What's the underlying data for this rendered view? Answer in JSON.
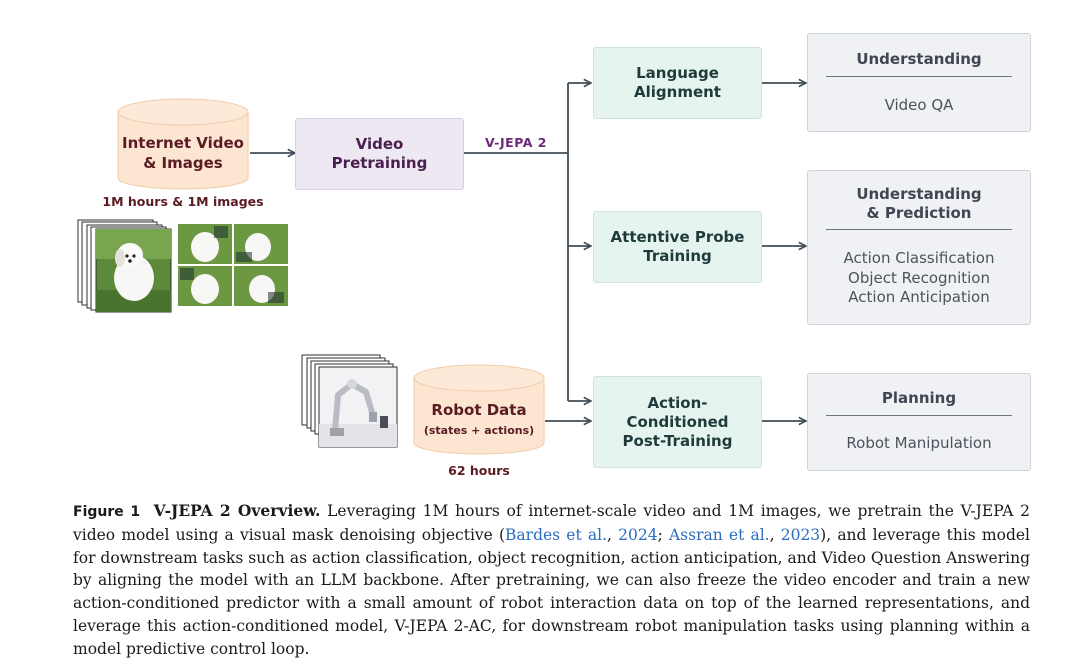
{
  "figure": {
    "colors": {
      "cylinder_fill": "#fce6d1",
      "cylinder_edge": "#f3cba7",
      "green_box": "#e6f4ef",
      "purple_box": "#eee8f3",
      "output_box": "#f0f1f4",
      "arrow": "#414d58",
      "vjepa_label": "#6b2a78"
    },
    "internet_data": {
      "title": "Internet Video\n& Images",
      "note": "1M hours & 1M images"
    },
    "robot_data": {
      "title": "Robot Data",
      "subtitle": "(states + actions)",
      "note": "62 hours"
    },
    "pretraining": {
      "label": "Video\nPretraining"
    },
    "edge_label": "V-JEPA 2",
    "stages": [
      {
        "label": "Language\nAlignment"
      },
      {
        "label": "Attentive Probe\nTraining"
      },
      {
        "label": "Action-\nConditioned\nPost-Training"
      }
    ],
    "outputs": [
      {
        "head": "Understanding",
        "body": "Video QA"
      },
      {
        "head": "Understanding\n& Prediction",
        "body": "Action Classification\nObject Recognition\nAction Anticipation"
      },
      {
        "head": "Planning",
        "body": "Robot Manipulation"
      }
    ]
  },
  "caption": {
    "figure_label": "Figure 1",
    "title": "V-JEPA 2 Overview.",
    "text_1": " Leveraging 1M hours of internet-scale video and 1M images, we pretrain the V-JEPA 2 video model using a visual mask denoising objective (",
    "cite_1a": "Bardes et al.",
    "sep_1": ", ",
    "cite_1b": "2024",
    "sep_2": "; ",
    "cite_2a": "Assran et al.",
    "sep_3": ", ",
    "cite_2b": "2023",
    "text_2": "), and leverage this model for downstream tasks such as action classification, object recognition, action anticipation, and Video Question Answering by aligning the model with an LLM backbone. After pretraining, we can also freeze the video encoder and train a new action-conditioned predictor with a small amount of robot interaction data on top of the learned representations, and leverage this action-conditioned model, V-JEPA 2-AC, for downstream robot manipulation tasks using planning within a model predictive control loop."
  }
}
